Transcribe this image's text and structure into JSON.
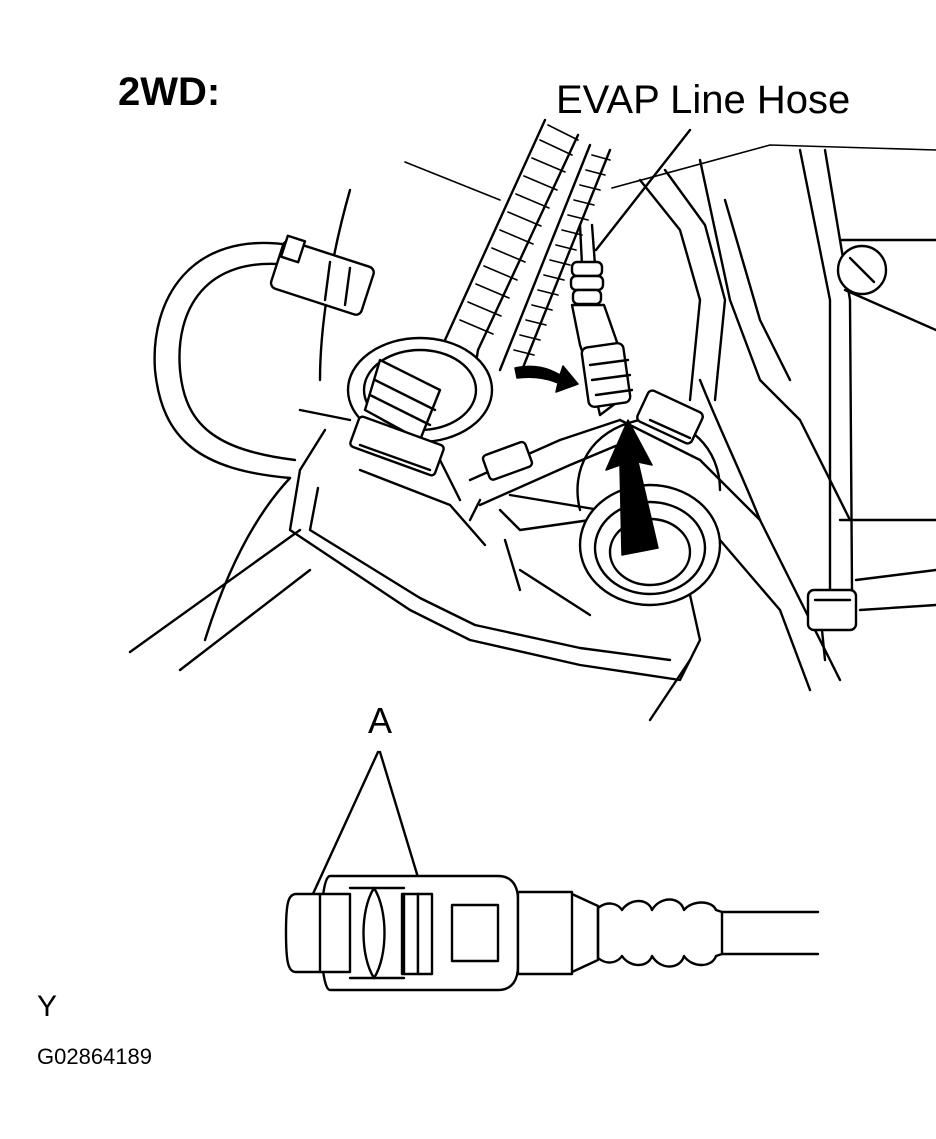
{
  "figure": {
    "title": "2WD:",
    "callout_label": "EVAP Line Hose",
    "detail_label": "A",
    "corner_letter": "Y",
    "figure_id": "G02864189"
  },
  "colors": {
    "ink": "#000000",
    "paper": "#ffffff"
  }
}
